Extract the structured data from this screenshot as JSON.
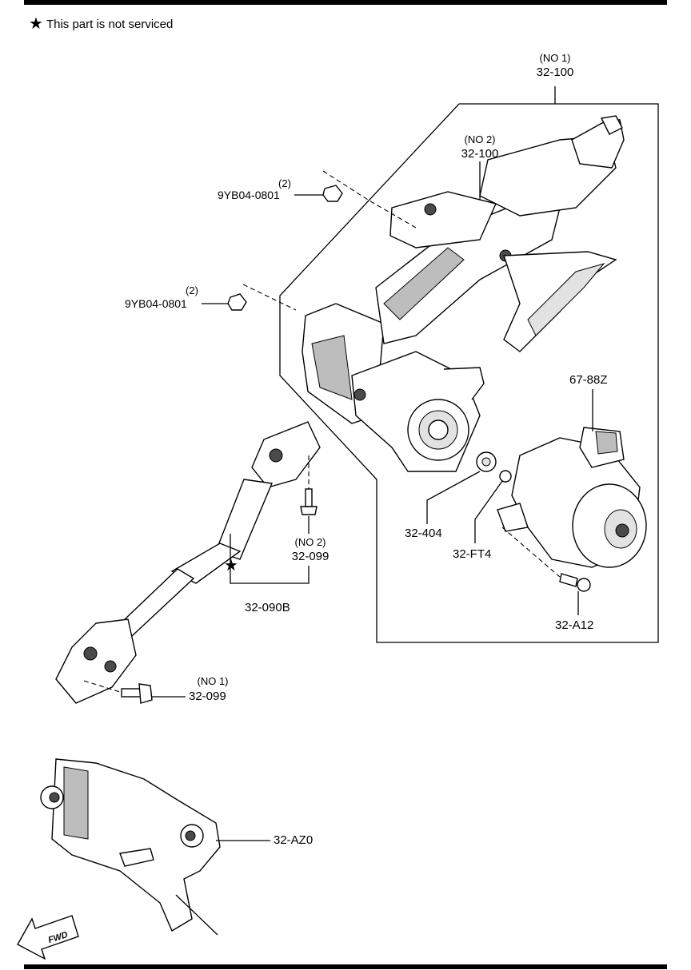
{
  "note": {
    "symbol": "★",
    "text": "This part is not serviced"
  },
  "callouts": [
    {
      "id": "32-100-no1",
      "qualifier": "(NO 1)",
      "part": "32-100"
    },
    {
      "id": "32-100-no2",
      "qualifier": "(NO 2)",
      "part": "32-100"
    },
    {
      "id": "9YB04-0801-a",
      "qualifier": "(2)",
      "part": "9YB04-0801"
    },
    {
      "id": "9YB04-0801-b",
      "qualifier": "(2)",
      "part": "9YB04-0801"
    },
    {
      "id": "67-88Z",
      "qualifier": "",
      "part": "67-88Z"
    },
    {
      "id": "32-404",
      "qualifier": "",
      "part": "32-404"
    },
    {
      "id": "32-FT4",
      "qualifier": "",
      "part": "32-FT4"
    },
    {
      "id": "32-A12",
      "qualifier": "",
      "part": "32-A12"
    },
    {
      "id": "32-099-no2",
      "qualifier": "(NO 2)",
      "part": "32-099"
    },
    {
      "id": "32-090B",
      "qualifier": "",
      "part": "32-090B"
    },
    {
      "id": "32-099-no1",
      "qualifier": "(NO 1)",
      "part": "32-099"
    },
    {
      "id": "32-AZ0",
      "qualifier": "",
      "part": "32-AZ0"
    }
  ],
  "fwd_arrow": {
    "text": "FWD"
  },
  "colors": {
    "line": "#000000",
    "shade": "#bdbdbd",
    "background": "#ffffff"
  }
}
